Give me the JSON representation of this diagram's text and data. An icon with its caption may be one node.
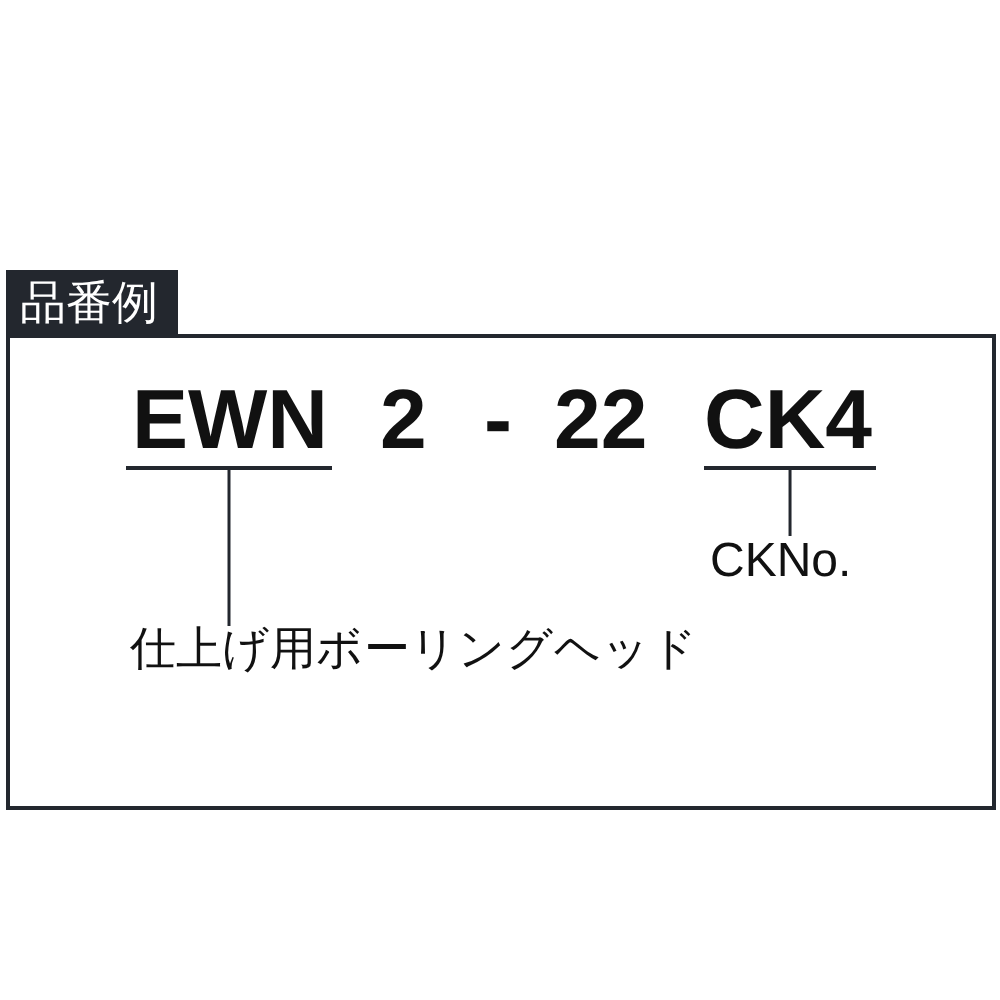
{
  "diagram": {
    "nodes": [
      {
        "text": [
          "品番例"
        ]
      },
      {
        "text": [
          "EWN"
        ],
        "in": 0
      },
      {
        "text": [
          "CK4"
        ],
        "in": 0
      },
      {
        "text": [
          "CKNo."
        ],
        "in": 0
      },
      {
        "text": [
          "仕上げ用ボーリングヘッド"
        ],
        "in": 0
      }
    ],
    "edges": [
      {
        "from": 4,
        "to": 1,
        "arrow": "none"
      },
      {
        "from": 3,
        "to": 2,
        "arrow": "none"
      }
    ],
    "labels": [
      "2",
      "-",
      "22"
    ]
  }
}
